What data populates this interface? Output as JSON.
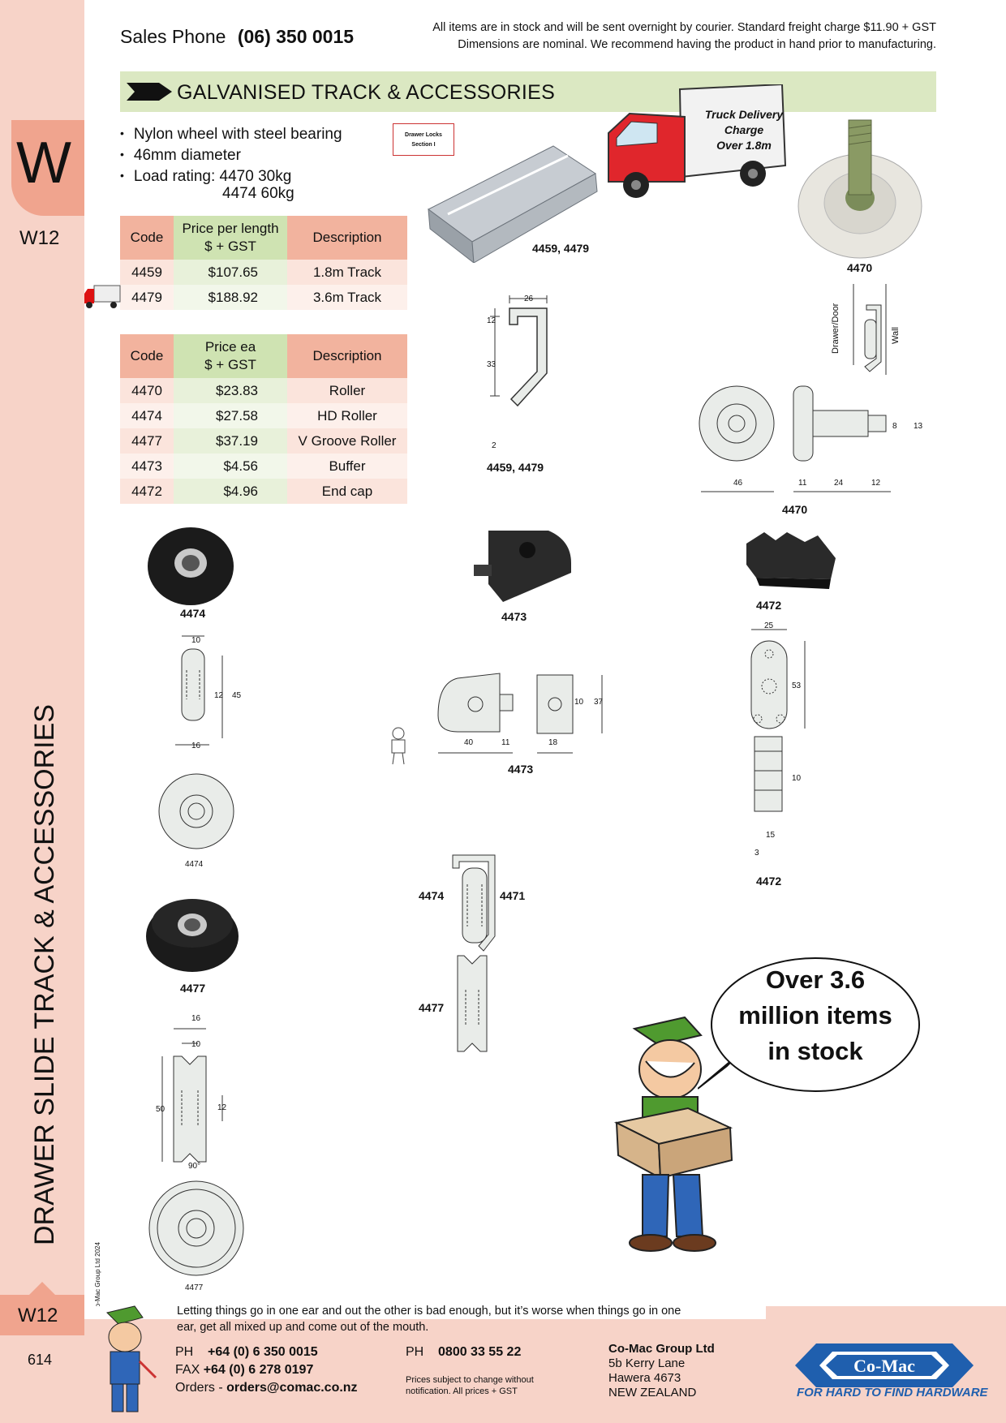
{
  "header": {
    "sales_label": "Sales Phone",
    "sales_phone": "(06) 350 0015",
    "notice_line1": "All items are in stock and will be sent overnight by courier. Standard freight charge $11.90 + GST",
    "notice_line2": "Dimensions are nominal. We recommend having the product in hand prior to manufacturing."
  },
  "sidebar": {
    "letter": "W",
    "code": "W12",
    "vertical_title": "DRAWER SLIDE TRACK & ACCESSORIES",
    "bottom_code": "W12",
    "page_number": "614",
    "copyright": "© Co-Mac Group Ltd 2024"
  },
  "section": {
    "title": "GALVANISED TRACK & ACCESSORIES"
  },
  "features": {
    "items": [
      "Nylon wheel with steel bearing",
      "46mm diameter",
      "Load rating: 4470 30kg"
    ],
    "continuation": "4474 60kg"
  },
  "track_table": {
    "headers": [
      "Code",
      "Price per length\n$ + GST",
      "Description"
    ],
    "rows": [
      [
        "4459",
        "$107.65",
        "1.8m Track"
      ],
      [
        "4479",
        "$188.92",
        "3.6m Track"
      ]
    ]
  },
  "roller_table": {
    "headers": [
      "Code",
      "Price ea\n$ + GST",
      "Description"
    ],
    "rows": [
      [
        "4470",
        "$23.83",
        "Roller"
      ],
      [
        "4474",
        "$27.58",
        "HD Roller"
      ],
      [
        "4477",
        "$37.19",
        "V Groove Roller"
      ],
      [
        "4473",
        "$4.56",
        "Buffer"
      ],
      [
        "4472",
        "$4.96",
        "End cap"
      ]
    ]
  },
  "badges": {
    "drawer_locks_line1": "Drawer Locks",
    "drawer_locks_line2": "Section I",
    "truck_line1": "Truck Delivery",
    "truck_line2": "Charge",
    "truck_line3": "Over 1.8m"
  },
  "labels": {
    "track_photo": "4459, 4479",
    "roller_photo": "4470",
    "track_drawing": "4459, 4479",
    "roller_drawing": "4470",
    "hd_photo": "4474",
    "buffer_photo": "4473",
    "endcap_photo": "4472",
    "buffer_drawing": "4473",
    "endcap_drawing": "4472",
    "hd_drawing": "4474",
    "vgroove_photo": "4477",
    "vgroove_drawing": "4477",
    "assembly_4474": "4474",
    "assembly_4471": "4471",
    "assembly_4477": "4477",
    "drawer_door": "Drawer/Door",
    "wall": "Wall",
    "angle": "90°"
  },
  "dimensions": {
    "track": [
      "26",
      "12",
      "33",
      "2"
    ],
    "roller": [
      "46",
      "11",
      "24",
      "12",
      "8",
      "13"
    ],
    "hd": [
      "10",
      "12",
      "45",
      "16"
    ],
    "buffer": [
      "40",
      "11",
      "18",
      "10",
      "37"
    ],
    "endcap": [
      "25",
      "53",
      "10",
      "15",
      "3"
    ],
    "vgroove": [
      "16",
      "10",
      "50",
      "12"
    ]
  },
  "bubble": {
    "line1": "Over 3.6",
    "line2": "million items",
    "line3": "in stock"
  },
  "footer": {
    "quote": "Letting things go in one ear and out the other is bad enough, but it’s worse when things go in one ear, get all mixed up and come out of the mouth.",
    "ph_label": "PH",
    "ph_value": "+64 (0) 6 350 0015",
    "fax_label": "FAX",
    "fax_value": "+64 (0) 6 278 0197",
    "orders_label": "Orders -",
    "orders_value": "orders@comac.co.nz",
    "ph2_label": "PH",
    "ph2_value": "0800 33 55 22",
    "fine_print": "Prices subject to change without notification. All prices + GST",
    "company": "Co-Mac Group Ltd",
    "address1": "5b Kerry Lane",
    "address2": "Hawera 4673",
    "address3": "NEW ZEALAND",
    "logo_text": "Co-Mac",
    "tagline": "FOR HARD TO FIND HARDWARE"
  },
  "colors": {
    "side_pink": "#f7d3c8",
    "tab_salmon": "#f0a48e",
    "section_green": "#dbe8c2",
    "brand_blue": "#1f5fae"
  }
}
